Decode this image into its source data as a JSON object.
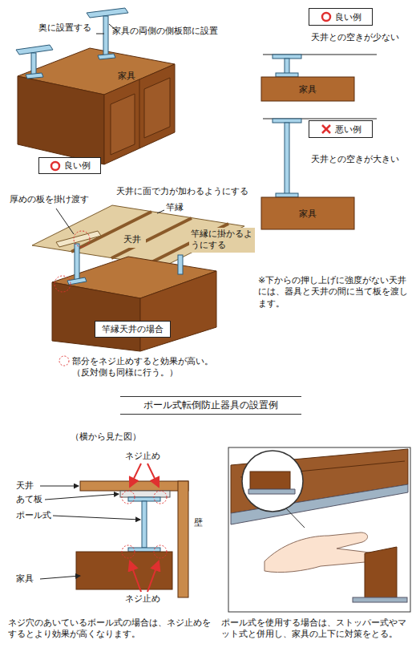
{
  "diagram": {
    "title": "ポール式転倒防止器具の設置例",
    "nodes": [
      {
        "text": [
          "良い例"
        ]
      },
      {
        "text": [
          "家具"
        ]
      },
      {
        "text": [
          "良い例"
        ]
      },
      {
        "text": [
          "家具"
        ]
      },
      {
        "text": [
          "悪い例"
        ]
      },
      {
        "text": [
          "家具"
        ]
      },
      {
        "text": [
          "天井"
        ]
      },
      {
        "text": [
          "竿縁天井の場合"
        ]
      }
    ],
    "labels": [
      "奥に設置する",
      "家具の両側の側板部に設置",
      "天井との空きが少ない",
      "天井との空きが大きい",
      "厚めの板を掛け渡す",
      "天井に面で力が加わるようにする",
      "竿縁",
      "竿縁に掛かるようにする",
      "※下からの押し上げに強度がない天井には、器具と天井の間に当て板を渡します。",
      "部分をネジ止めすると効果が高い。（反対側も同様に行う。）",
      "（横から見た図）",
      "ネジ止め",
      "天井",
      "あて板",
      "ポール式",
      "壁",
      "家具",
      "ネジ止め",
      "ネジ穴のあいているボール式の場合は、ネジ止めをするとより効果が高くなります。",
      "ポール式を使用する場合は、ストッパー式やマット式と併用し、家具の上下に対策をとる。"
    ]
  }
}
